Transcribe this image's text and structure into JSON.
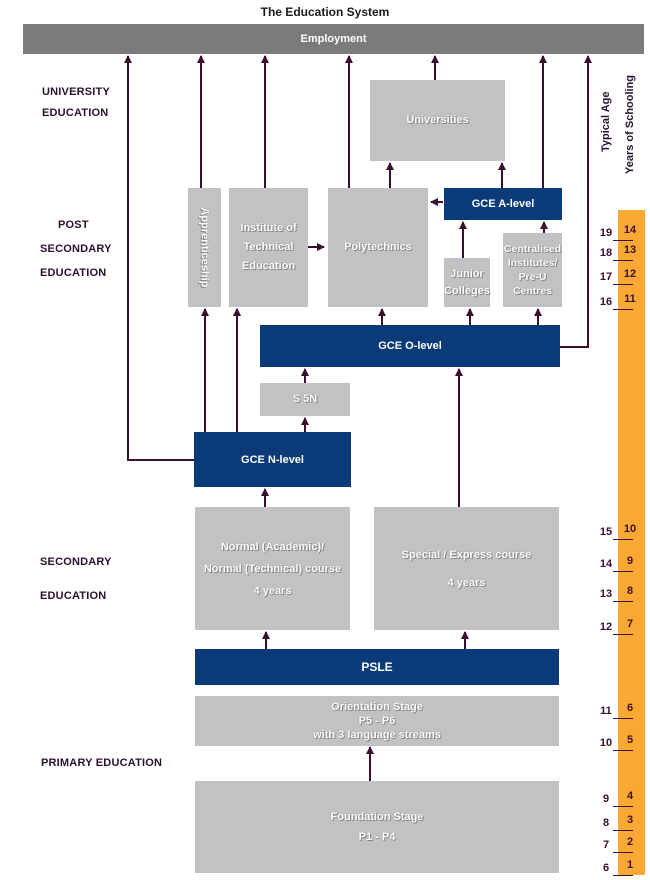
{
  "title": "The Education System",
  "employment": "Employment",
  "sections": {
    "university": [
      "UNIVERSITY",
      "EDUCATION"
    ],
    "post_secondary": [
      "POST",
      "SECONDARY",
      "EDUCATION"
    ],
    "secondary": [
      "SECONDARY",
      "EDUCATION"
    ],
    "primary": "PRIMARY EDUCATION"
  },
  "boxes": {
    "universities": "Universities",
    "gce_a_level": "GCE A-level",
    "apprenticeship": "Apprenticeship",
    "institute": [
      "Institute of",
      "Technical",
      "Education"
    ],
    "polytechnics": "Polytechnics",
    "junior_colleges": [
      "Junior",
      "Colleges"
    ],
    "centralised": [
      "Centralised",
      "Institutes/",
      "Pre-U",
      "Centres"
    ],
    "gce_o_level": "GCE O-level",
    "s5n": "S 5N",
    "gce_n_level": "GCE N-level",
    "normal_course": [
      "Normal (Academic)/",
      "Normal (Technical) course",
      "4 years"
    ],
    "special_course": [
      "Special / Express course",
      "4 years"
    ],
    "psle": "PSLE",
    "orientation": [
      "Orientation Stage",
      "P5 - P6",
      "with 3 language streams"
    ],
    "foundation": [
      "Foundation Stage",
      "P1 - P4"
    ]
  },
  "scale": {
    "typical_age_label": "Typical Age",
    "years_label": "Years of Schooling",
    "rows": [
      {
        "age": "19",
        "years": "14"
      },
      {
        "age": "18",
        "years": "13"
      },
      {
        "age": "17",
        "years": "12"
      },
      {
        "age": "16",
        "years": "11"
      },
      {
        "age": "15",
        "years": "10"
      },
      {
        "age": "14",
        "years": "9"
      },
      {
        "age": "13",
        "years": "8"
      },
      {
        "age": "12",
        "years": "7"
      },
      {
        "age": "11",
        "years": "6"
      },
      {
        "age": "10",
        "years": "5"
      },
      {
        "age": "9",
        "years": "4"
      },
      {
        "age": "8",
        "years": "3"
      },
      {
        "age": "7",
        "years": "2"
      },
      {
        "age": "6",
        "years": "1"
      }
    ]
  },
  "colors": {
    "arrow": "#3a1030",
    "navy": "#0b3a78",
    "grey_box": "#c2c2c4",
    "employment_bar": "#7b7b7d",
    "scale_bar": "#f9a933"
  }
}
